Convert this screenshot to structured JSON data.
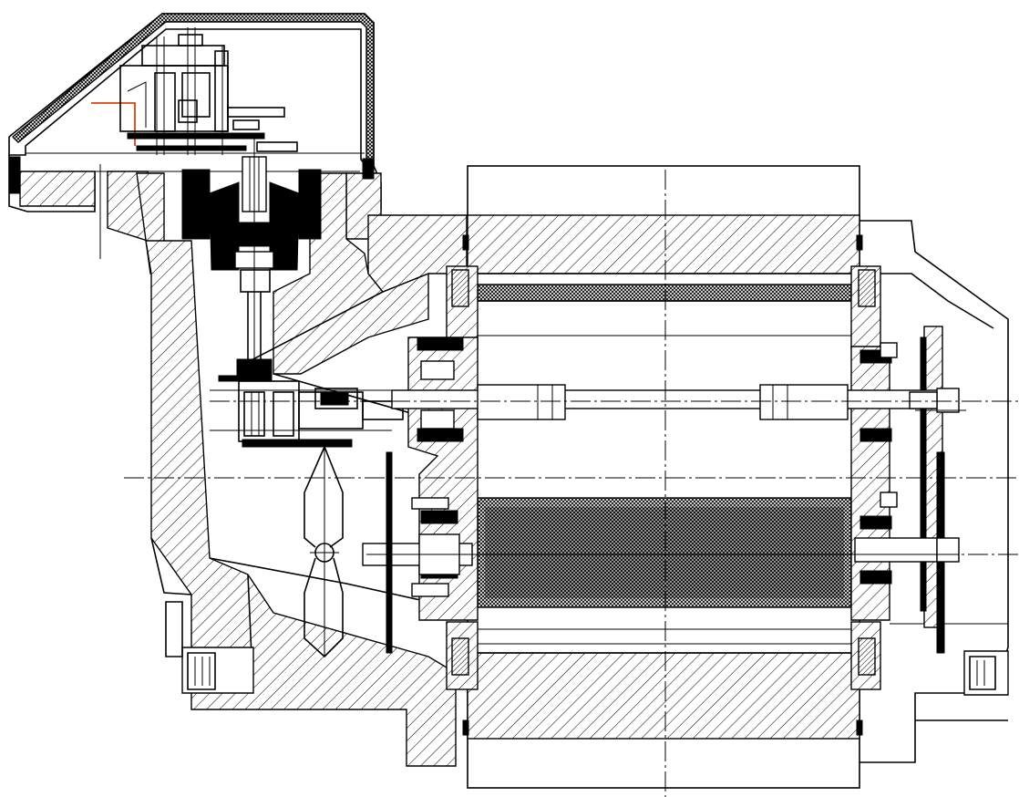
{
  "drawing": {
    "view": "sectional-assembly",
    "line_color": "#000000",
    "background_color": "#ffffff",
    "accent_color": "#d9430c",
    "fill_styles": [
      "diagonal-hatch",
      "dense-hatch",
      "crosshatch-knurl",
      "solid-black"
    ]
  }
}
